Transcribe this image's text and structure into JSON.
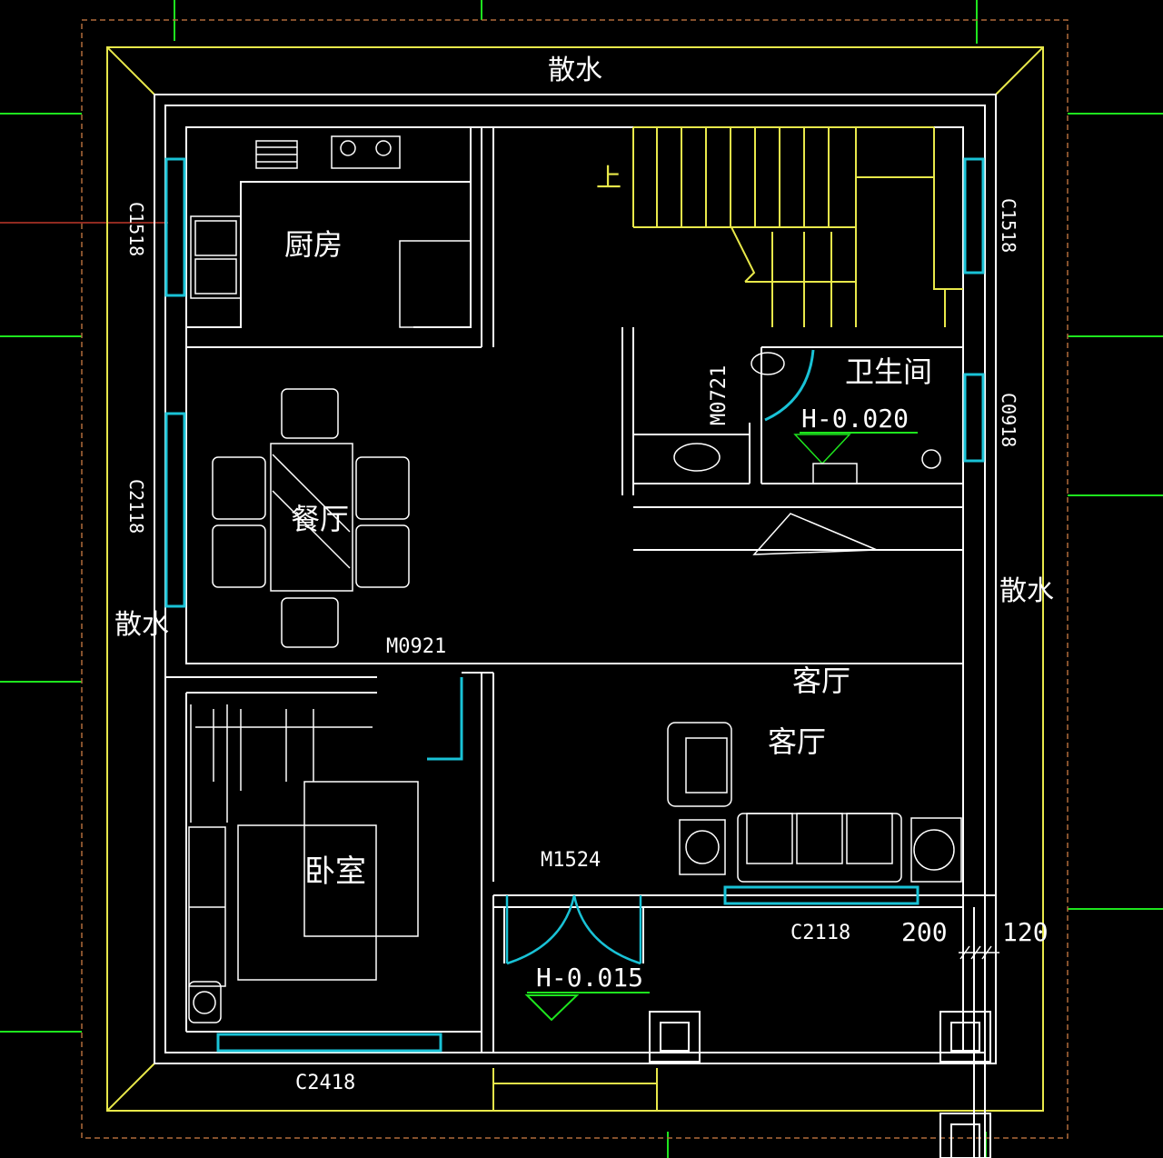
{
  "plan": {
    "colors": {
      "background": "#000000",
      "wall": "#ffffff",
      "apron": "#e8e84a",
      "window": "#19c2d6",
      "axis": "#1ee51e",
      "dashed": "#b06a3a",
      "leader": "#c0392b"
    },
    "apron_labels": {
      "top": "散水",
      "left": "散水",
      "right": "散水"
    },
    "rooms": {
      "kitchen": "厨房",
      "dining": "餐厅",
      "bathroom": "卫生间",
      "living_main": "客厅",
      "living_sub": "客厅",
      "bedroom": "卧室"
    },
    "stair_up": "上",
    "windows": {
      "kitchen": "C1518",
      "stair": "C1518",
      "bath": "C0918",
      "dining": "C2118",
      "living": "C2118",
      "bedroom": "C2418"
    },
    "doors": {
      "dining": "M0921",
      "bath": "M0721",
      "entrance": "M1524"
    },
    "levels": {
      "bath": "H-0.020",
      "entrance": "H-0.015"
    },
    "dimensions": {
      "d1": "200",
      "d2": "120"
    }
  }
}
